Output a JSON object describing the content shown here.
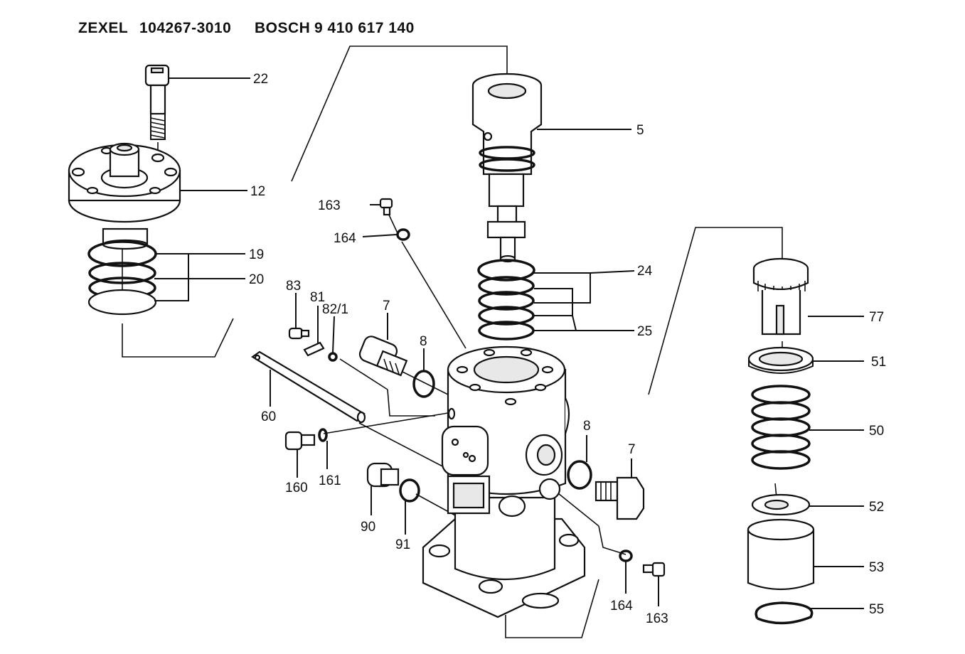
{
  "header": {
    "brand1": "ZEXEL",
    "part_no1": "104267-3010",
    "brand2": "BOSCH",
    "part_no2": "9 410 617 140"
  },
  "labels": {
    "p22": "22",
    "p5": "5",
    "p12": "12",
    "p19": "19",
    "p20": "20",
    "p163a": "163",
    "p164a": "164",
    "p24": "24",
    "p25": "25",
    "p83": "83",
    "p81": "81",
    "p82": "82/1",
    "p7a": "7",
    "p8a": "8",
    "p60": "60",
    "p160": "160",
    "p161": "161",
    "p8b": "8",
    "p7b": "7",
    "p90": "90",
    "p91": "91",
    "p164b": "164",
    "p163b": "163",
    "p77": "77",
    "p51": "51",
    "p50": "50",
    "p52": "52",
    "p53": "53",
    "p55": "55"
  }
}
